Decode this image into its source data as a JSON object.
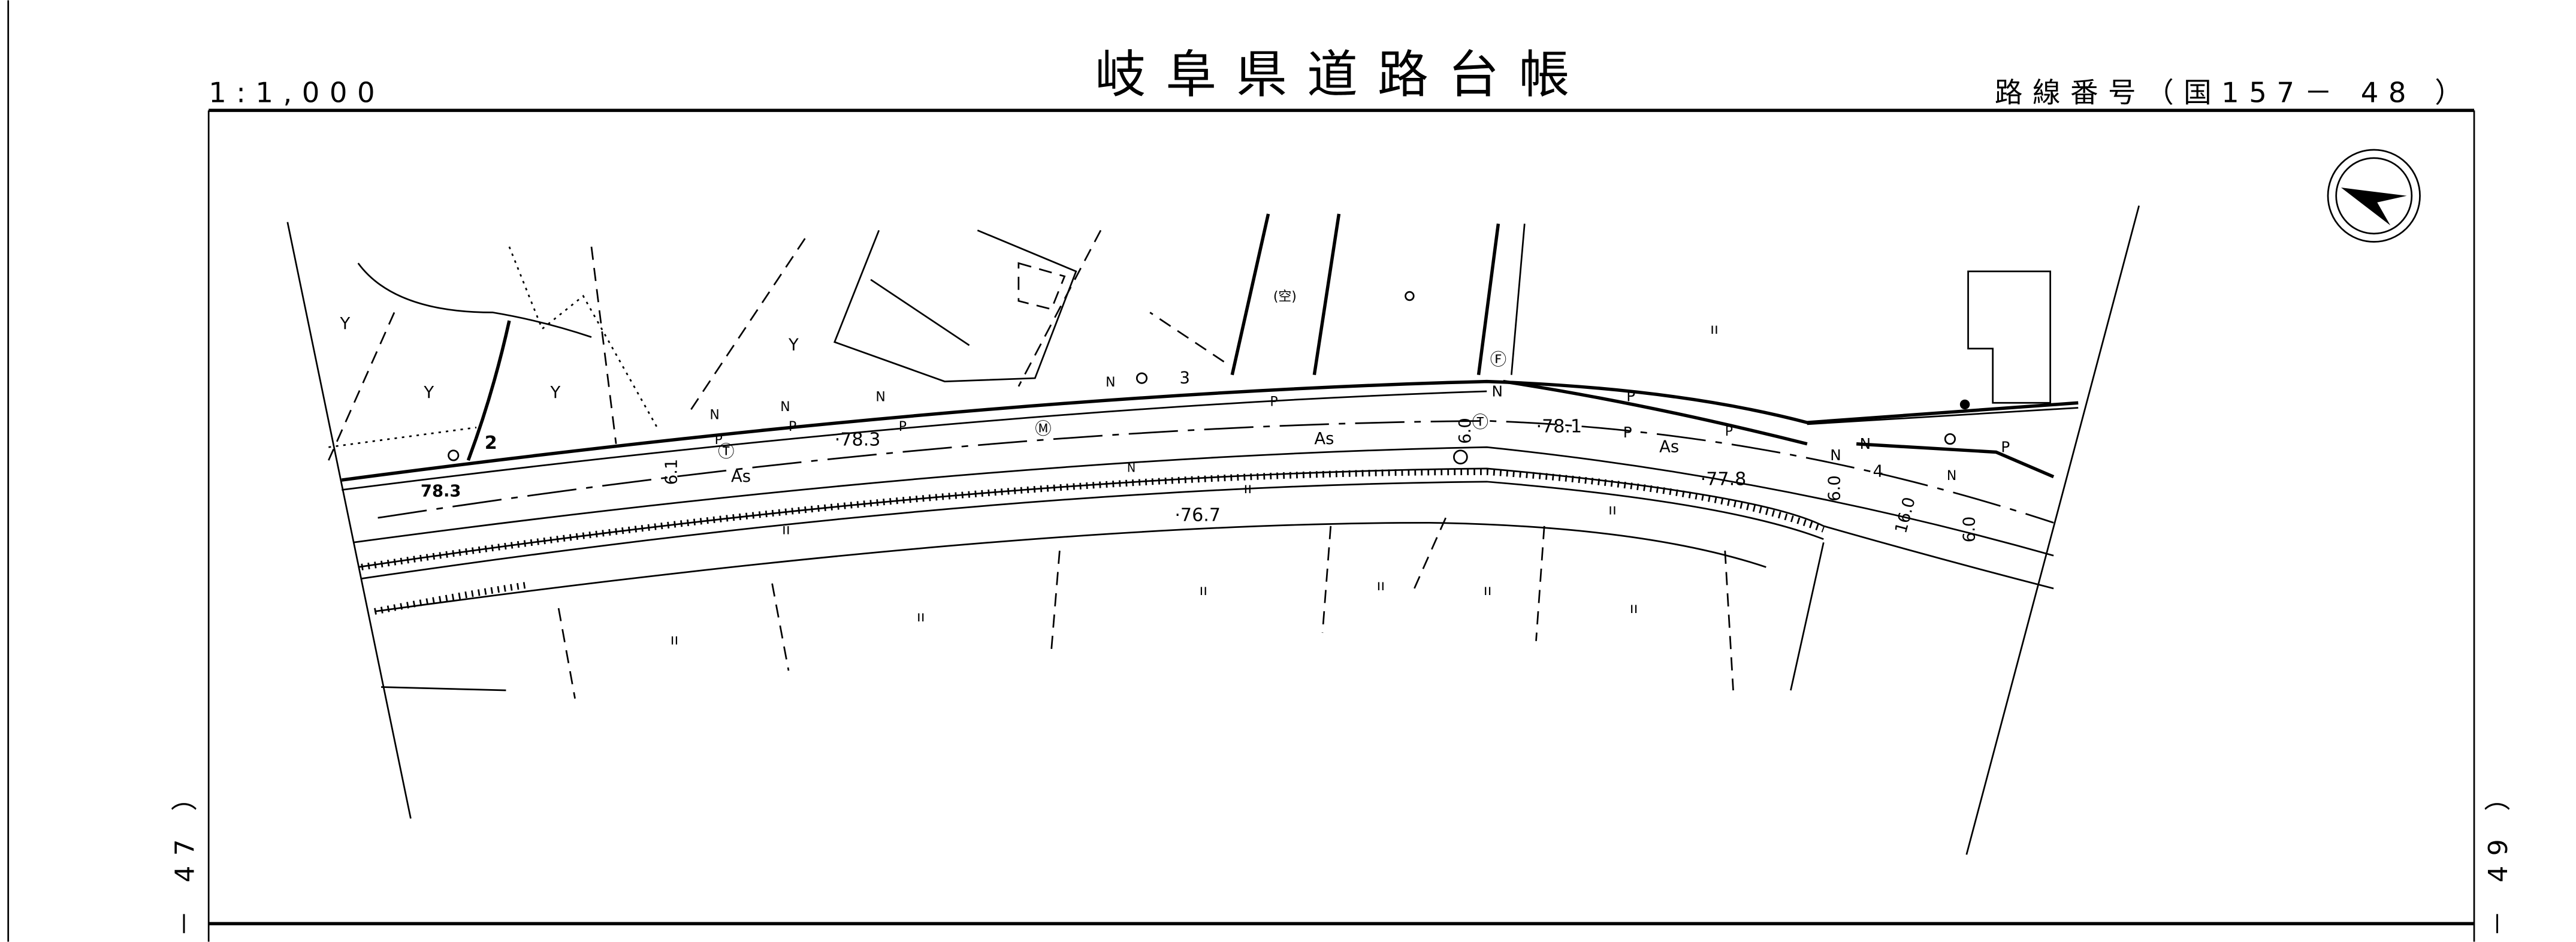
{
  "header": {
    "scale": "1:1,000",
    "title": "岐阜県道路台帳",
    "route_number": "路線番号（国157－ 48 ）"
  },
  "side_labels": {
    "left_sheet": "－ 47 ）",
    "right_sheet": "－ 49 ）"
  },
  "compass": {
    "icon": "north-arrow-icon"
  },
  "map_labels": {
    "surface_1": "As",
    "surface_2": "As",
    "surface_3": "As",
    "elev_1": "·78.3",
    "elev_2": "·78.1",
    "elev_3": "·77.8",
    "elev_4": "·76.7",
    "elev_bold": "78.3",
    "width_1": "6.1",
    "width_2": "6.0",
    "width_3": "6.0",
    "width_4": "16.0",
    "width_5": "6.0",
    "land_y1": "Y",
    "land_y2": "Y",
    "land_y3": "Y",
    "land_y4": "Y",
    "num_2": "2",
    "num_3": "3",
    "num_4": "4",
    "sym_vacant": "(空)",
    "sym_m": "Ⓜ",
    "sym_t1": "Ⓣ",
    "sym_t2": "Ⓣ",
    "sym_f": "Ⓕ",
    "p_labels": [
      "P",
      "P",
      "P",
      "P",
      "P",
      "P",
      "P",
      "P"
    ],
    "n_labels": [
      "N",
      "N",
      "N",
      "N",
      "N",
      "N",
      "N",
      "N",
      "N"
    ],
    "field": [
      "ıı",
      "ıı",
      "ıı",
      "ıı",
      "ıı",
      "ıı",
      "ıı",
      "ıı",
      "ıı",
      "ıı"
    ]
  }
}
